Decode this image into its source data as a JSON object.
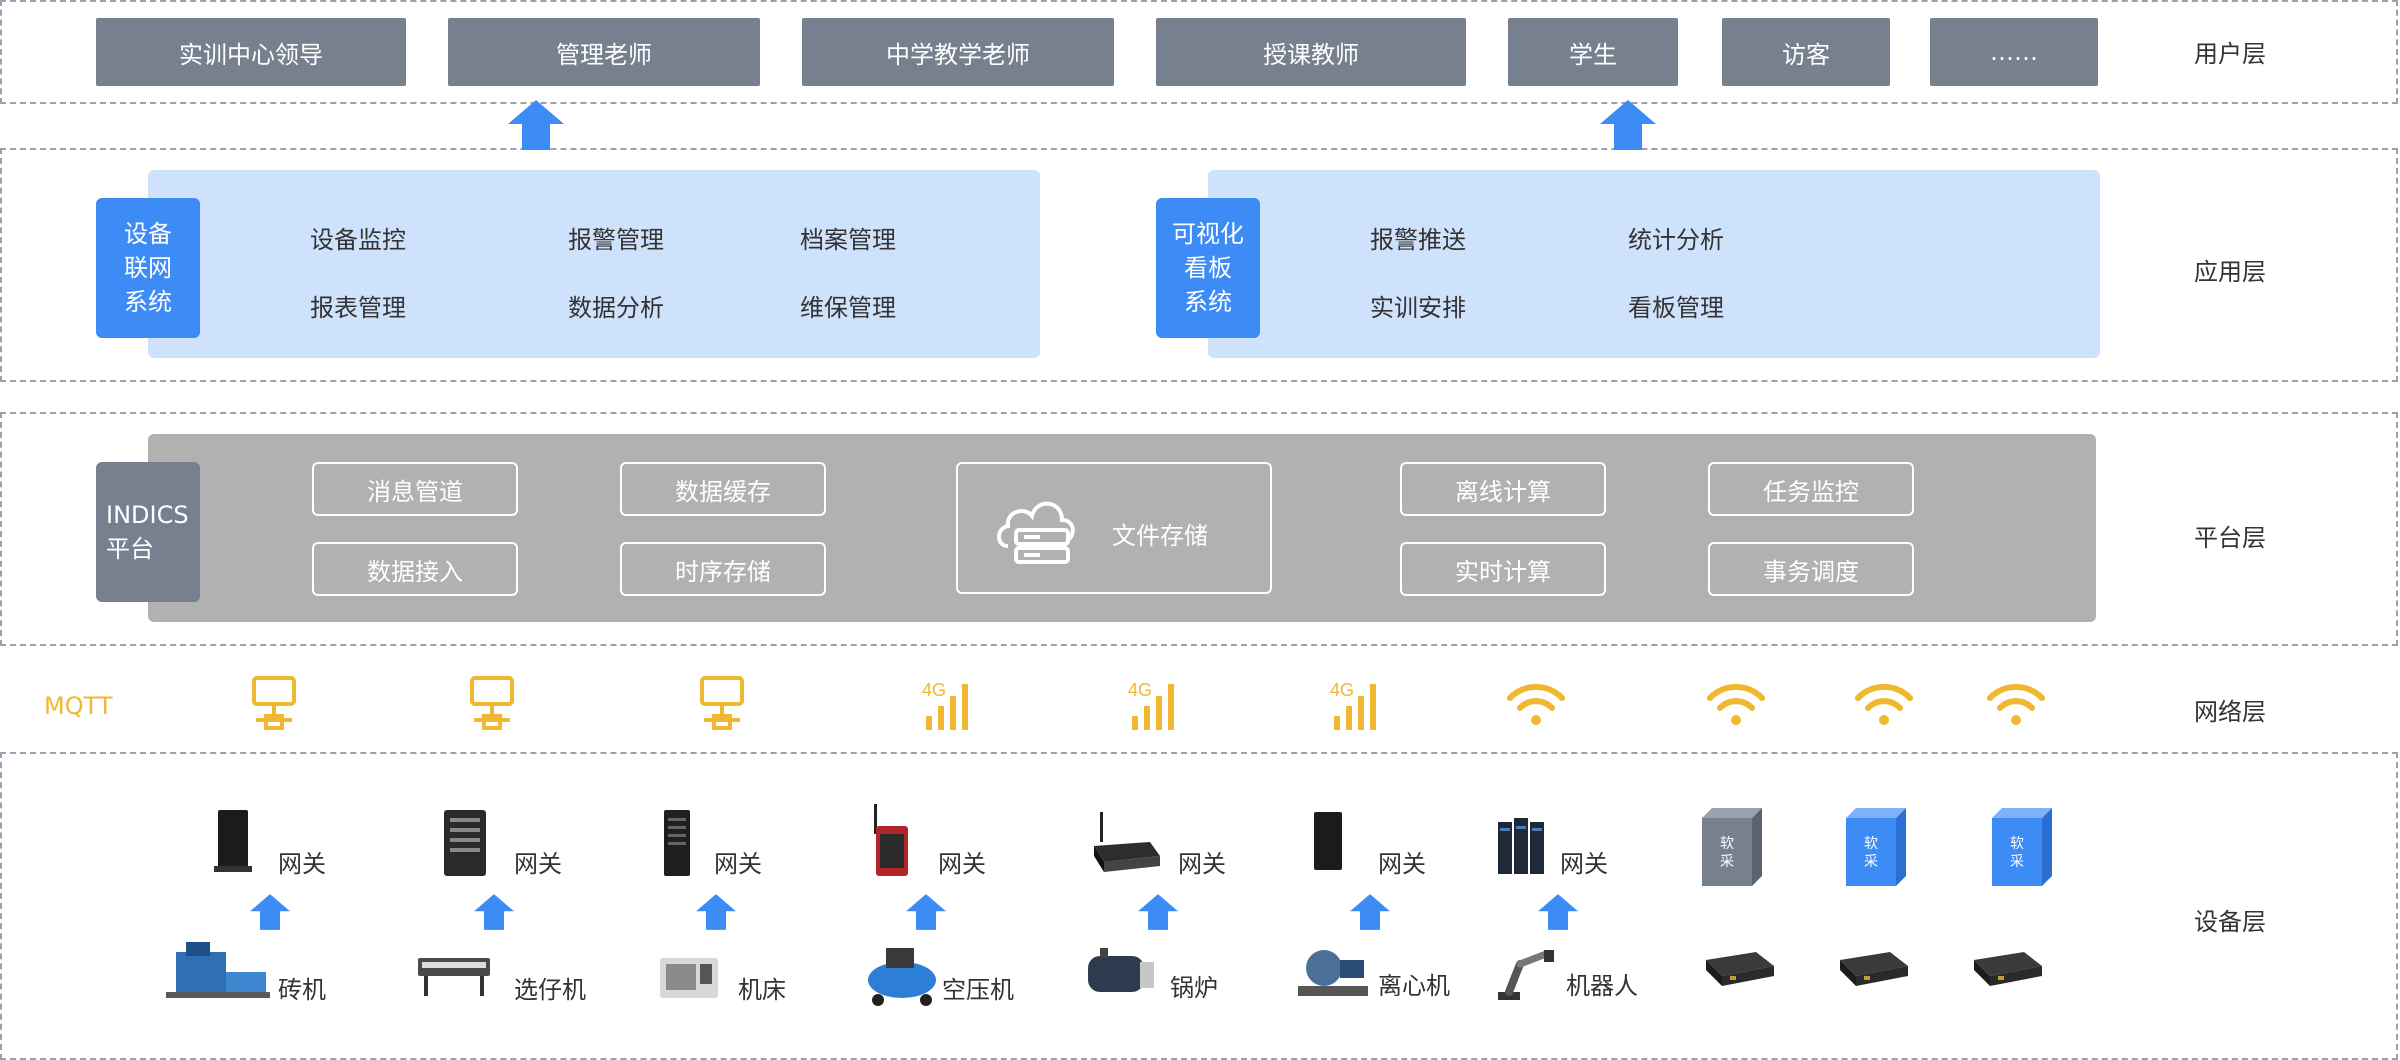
{
  "layers": {
    "user": "用户层",
    "app": "应用层",
    "platform": "平台层",
    "network": "网络层",
    "device": "设备层"
  },
  "users": [
    "实训中心领导",
    "管理老师",
    "中学教学老师",
    "授课教师",
    "学生",
    "访客",
    "……"
  ],
  "apps": [
    {
      "tag": "设备\n联网\n系统",
      "items": [
        "设备监控",
        "报警管理",
        "档案管理",
        "报表管理",
        "数据分析",
        "维保管理"
      ]
    },
    {
      "tag": "可视化\n看板\n系统",
      "items": [
        "报警推送",
        "统计分析",
        "实训安排",
        "看板管理"
      ]
    }
  ],
  "platform": {
    "tag": "INDICS\n平台",
    "items": [
      "消息管道",
      "数据接入",
      "数据缓存",
      "时序存储",
      "离线计算",
      "实时计算",
      "任务监控",
      "事务调度"
    ],
    "storage": "文件存储"
  },
  "network": {
    "protocol": "MQTT",
    "icons": [
      "lan-icon",
      "lan-icon",
      "lan-icon",
      "4g-signal-icon",
      "4g-signal-icon",
      "4g-signal-icon",
      "wifi-icon",
      "wifi-icon",
      "wifi-icon",
      "wifi-icon"
    ],
    "signal_label": "4G"
  },
  "devices": {
    "gateway_label": "网关",
    "machines": [
      "砖机",
      "选仔机",
      "机床",
      "空压机",
      "锅炉",
      "离心机",
      "机器人"
    ],
    "soft_label": "软\n采"
  },
  "colors": {
    "user_box": "#76808f",
    "accent_blue": "#3d8bf5",
    "app_panel": "#cfe2fc",
    "platform_panel": "#b1b1b1",
    "network_yellow": "#f0b731"
  }
}
